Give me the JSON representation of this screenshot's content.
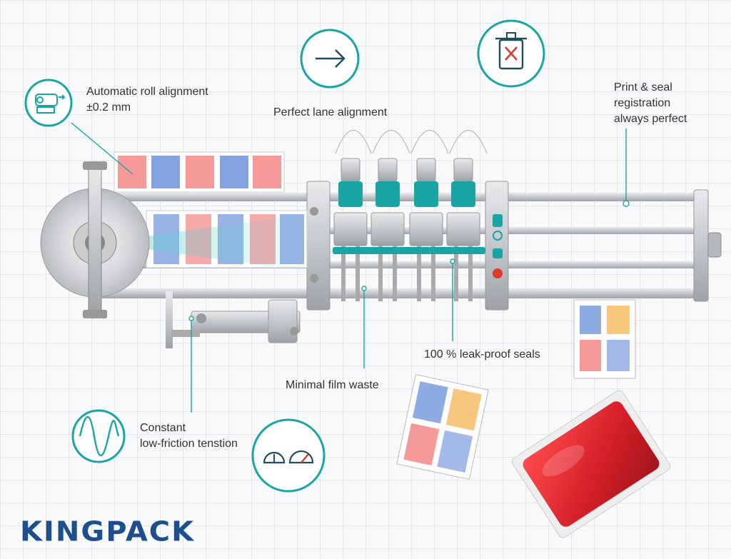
{
  "labels": {
    "roll_alignment_line1": "Automatic roll alignment",
    "roll_alignment_line2": "±0.2 mm",
    "lane_alignment": "Perfect lane alignment",
    "registration_line1": "Print & seal",
    "registration_line2": "registration",
    "registration_line3": "always perfect",
    "film_waste": "Minimal film waste",
    "leak_proof": "100 % leak-proof seals",
    "tension_line1": "Constant",
    "tension_line2": "low-friction tenstion"
  },
  "brand": {
    "logo_text": "KINGPACK"
  },
  "icons": {
    "roll": "roll-alignment-icon",
    "arrow": "arrow-right-icon",
    "trash": "trash-x-icon",
    "wave": "sine-wave-icon",
    "gauge": "gauge-icon"
  },
  "colors": {
    "accent": "#1aa5a5",
    "brand": "#1f4e8c",
    "sauce": "#d6202a",
    "steel": "#c9ccd0"
  }
}
